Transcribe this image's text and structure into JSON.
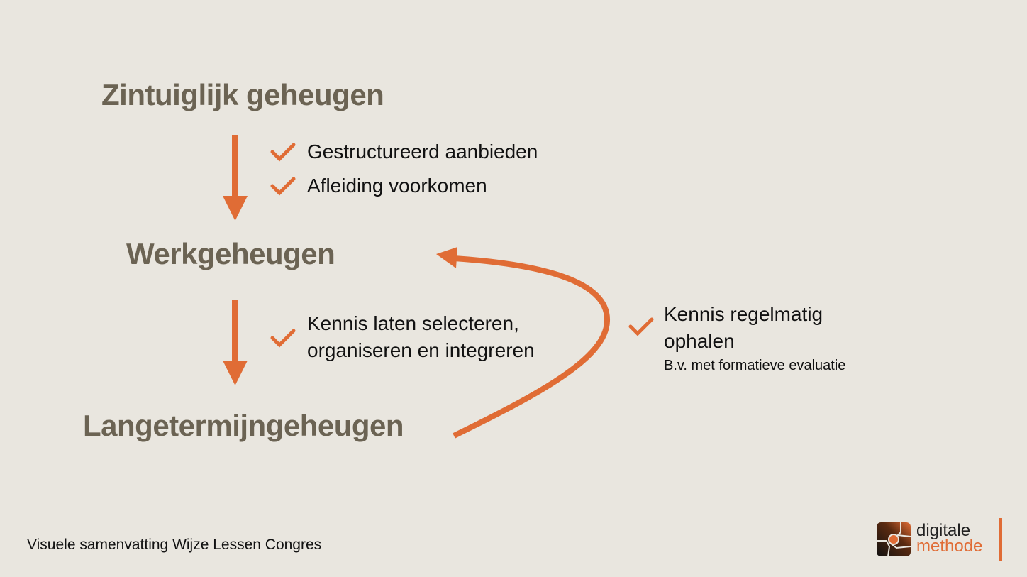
{
  "slide": {
    "background_color": "#e9e6df",
    "accent_color": "#e06c35",
    "heading_color": "#6b6353"
  },
  "stages": [
    {
      "label": "Zintuiglijk geheugen"
    },
    {
      "label": "Werkgeheugen"
    },
    {
      "label": "Langetermijngeheugen"
    }
  ],
  "tips": {
    "sensory_to_working": [
      {
        "label": "Gestructureerd aanbieden",
        "icon": "checkmark-icon"
      },
      {
        "label": "Afleiding voorkomen",
        "icon": "checkmark-icon"
      }
    ],
    "working_to_longterm": {
      "line1": "Kennis laten selecteren,",
      "line2": "organiseren en integreren",
      "icon": "checkmark-icon"
    },
    "retrieval": {
      "line1": "Kennis regelmatig",
      "line2": "ophalen",
      "note": "B.v. met formatieve evaluatie",
      "icon": "checkmark-icon"
    }
  },
  "footer": {
    "caption": "Visuele samenvatting Wijze Lessen Congres"
  },
  "logo": {
    "word1": "digitale",
    "word2": "methode"
  }
}
